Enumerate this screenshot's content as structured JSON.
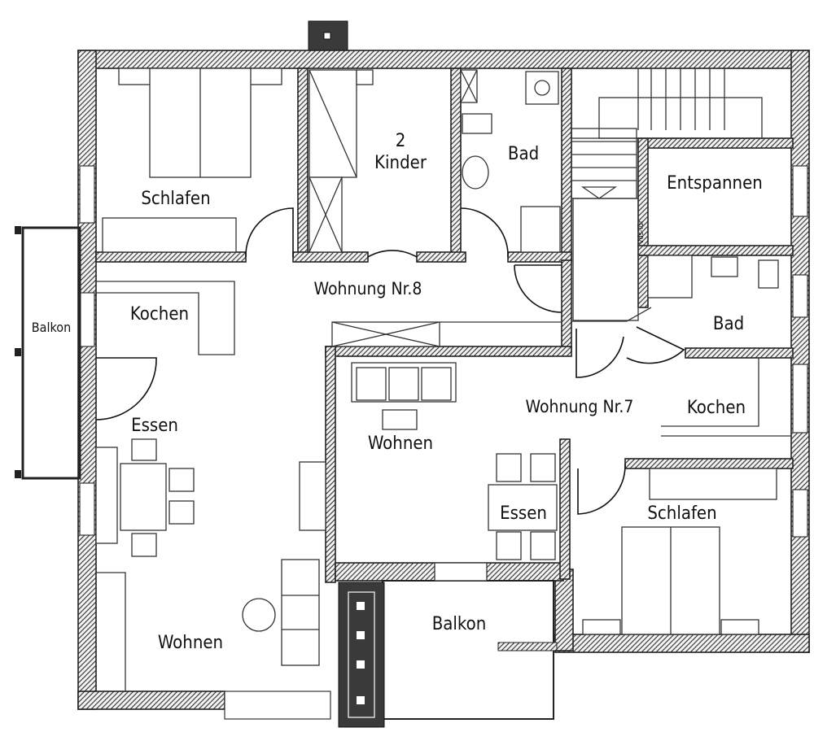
{
  "plan": {
    "rooms": {
      "schlafen_8": "Schlafen",
      "kinder_num": "2",
      "kinder": "Kinder",
      "bad_8": "Bad",
      "entspannen": "Entspannen",
      "balkon_left": "Balkon",
      "kochen_8": "Kochen",
      "wohnung8": "Wohnung Nr.8",
      "bad_7": "Bad",
      "essen_8": "Essen",
      "wohnen_7": "Wohnen",
      "wohnung7": "Wohnung Nr.7",
      "kochen_7": "Kochen",
      "essen_7": "Essen",
      "schlafen_7": "Schlafen",
      "balkon_bottom": "Balkon",
      "wohnen_8": "Wohnen"
    },
    "stair_note": "Vds-Tür"
  }
}
